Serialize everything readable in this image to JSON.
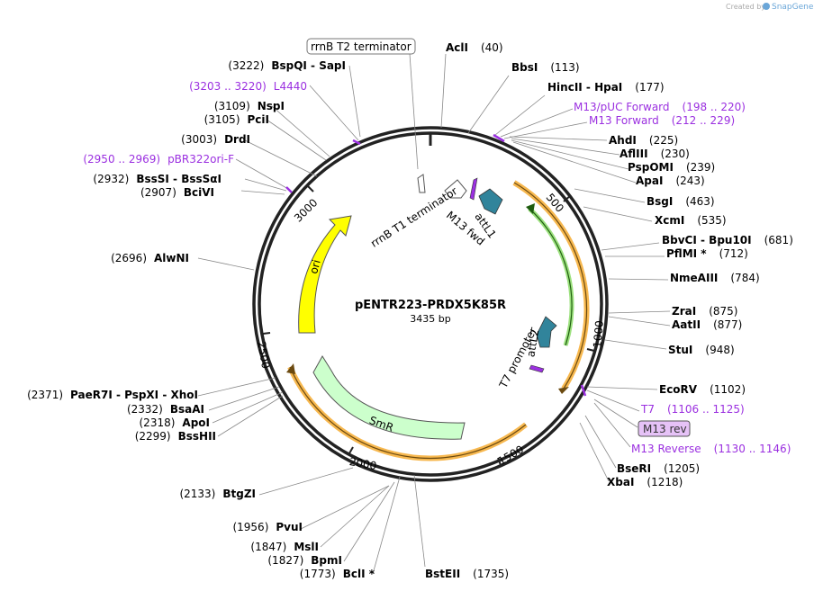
{
  "credit": {
    "prefix": "Created by",
    "brand": "SnapGene"
  },
  "plasmid": {
    "name": "pENTR223-PRDX5K85R",
    "length": "3435 bp"
  },
  "ticks": [
    "500",
    "1000",
    "1500",
    "2000",
    "2500",
    "3000"
  ],
  "sites": [
    {
      "id": "acli",
      "name": "AclI",
      "pos": "(40)"
    },
    {
      "id": "bbsi",
      "name": "BbsI",
      "pos": "(113)"
    },
    {
      "id": "hincii",
      "name": "HincII  -  HpaI",
      "pos": "(177)"
    },
    {
      "id": "m13puc",
      "name": "M13/pUC Forward",
      "pos": "(198 .. 220)",
      "feature": true
    },
    {
      "id": "m13fwd",
      "name": "M13 Forward",
      "pos": "(212 .. 229)",
      "feature": true
    },
    {
      "id": "ahdi",
      "name": "AhdI",
      "pos": "(225)"
    },
    {
      "id": "afliii",
      "name": "AflIII",
      "pos": "(230)"
    },
    {
      "id": "pspomi",
      "name": "PspOMI",
      "pos": "(239)"
    },
    {
      "id": "apai",
      "name": "ApaI",
      "pos": "(243)"
    },
    {
      "id": "bsgi",
      "name": "BsgI",
      "pos": "(463)"
    },
    {
      "id": "xcmi",
      "name": "XcmI",
      "pos": "(535)"
    },
    {
      "id": "bbvci",
      "name": "BbvCI  -  Bpu10I",
      "pos": "(681)"
    },
    {
      "id": "pflmi",
      "name": "PflMI *",
      "pos": "(712)"
    },
    {
      "id": "nmeaiii",
      "name": "NmeAIII",
      "pos": "(784)"
    },
    {
      "id": "zrai",
      "name": "ZraI",
      "pos": "(875)"
    },
    {
      "id": "aatii",
      "name": "AatII",
      "pos": "(877)"
    },
    {
      "id": "stui",
      "name": "StuI",
      "pos": "(948)"
    },
    {
      "id": "ecorv",
      "name": "EcoRV",
      "pos": "(1102)"
    },
    {
      "id": "t7",
      "name": "T7",
      "pos": "(1106 .. 1125)",
      "feature": true
    },
    {
      "id": "m13rev_box",
      "name": "M13 rev",
      "pos": "",
      "feature": true
    },
    {
      "id": "m13reverse",
      "name": "M13 Reverse",
      "pos": "(1130 .. 1146)",
      "feature": true
    },
    {
      "id": "bseri",
      "name": "BseRI",
      "pos": "(1205)"
    },
    {
      "id": "xbai",
      "name": "XbaI",
      "pos": "(1218)"
    },
    {
      "id": "bsteii",
      "name": "BstEII",
      "pos": "(1735)"
    },
    {
      "id": "bcli",
      "name": "BclI *",
      "pos": "(1773)"
    },
    {
      "id": "bpmi",
      "name": "BpmI",
      "pos": "(1827)"
    },
    {
      "id": "msli",
      "name": "MslI",
      "pos": "(1847)"
    },
    {
      "id": "pvui",
      "name": "PvuI",
      "pos": "(1956)"
    },
    {
      "id": "btgzi",
      "name": "BtgZI",
      "pos": "(2133)"
    },
    {
      "id": "bsshii",
      "name": "BssHII",
      "pos": "(2299)"
    },
    {
      "id": "apoi",
      "name": "ApoI",
      "pos": "(2318)"
    },
    {
      "id": "bsaai",
      "name": "BsaAI",
      "pos": "(2332)"
    },
    {
      "id": "paer7i",
      "name": "PaeR7I  -  PspXI  -  XhoI",
      "pos": "(2371)"
    },
    {
      "id": "alwni",
      "name": "AlwNI",
      "pos": "(2696)"
    },
    {
      "id": "bcivi",
      "name": "BciVI",
      "pos": "(2907)"
    },
    {
      "id": "bsssi",
      "name": "BssSI  -  BssSαI",
      "pos": "(2932)"
    },
    {
      "id": "pbr322",
      "name": "pBR322ori-F",
      "pos": "(2950 .. 2969)",
      "feature": true
    },
    {
      "id": "drdi",
      "name": "DrdI",
      "pos": "(3003)"
    },
    {
      "id": "pcii",
      "name": "PciI",
      "pos": "(3105)"
    },
    {
      "id": "nspi",
      "name": "NspI",
      "pos": "(3109)"
    },
    {
      "id": "l4440",
      "name": "L4440",
      "pos": "(3203 .. 3220)",
      "feature": true
    },
    {
      "id": "bspqi",
      "name": "BspQI  -  SapI",
      "pos": "(3222)"
    },
    {
      "id": "rrnbt2",
      "name": "rrnB T2 terminator",
      "pos": "",
      "feature": true
    }
  ],
  "features": {
    "rrnbt1": "rrnB T1 terminator",
    "m13fwd": "M13 fwd",
    "attl1": "attL1",
    "attl2": "attL2",
    "t7promoter": "T7 promoter",
    "ori": "ori",
    "smr": "SmR"
  },
  "colors": {
    "ori": "#FFFF00",
    "smr": "#CCFFCC",
    "attl": "#31849B",
    "primer": "#9B30E0",
    "orange_arc": "#F5A623",
    "green_arc": "#3AA815"
  }
}
